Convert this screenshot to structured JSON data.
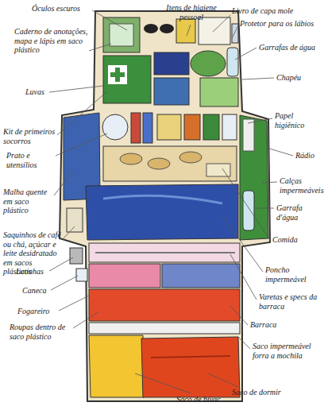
{
  "diagram": {
    "labels": [
      "Óculos escuros",
      "Itens de higiene pessoal",
      "Livro de capa mole",
      "Protetor para os lábios",
      "Caderno de anotações, mapa e lápis em saco plástico",
      "Garrafas de água",
      "Luvas",
      "Chapéu",
      "Kit de primeiros socorros",
      "Papel higiênico",
      "Prato e utensílios",
      "Rádio",
      "Malha quente em saco plástico",
      "Calças impermeáveis",
      "Garrafa d'água",
      "Saquinhos de café ou chá, açúcar e leite desidratado em sacos plásticos",
      "Comida",
      "Latinhas",
      "Poncho impermeável",
      "Caneca",
      "Varetas e specs da barraca",
      "Fogareiro",
      "Barraca",
      "Roupas dentro de saco plástico",
      "Saco impermeável forra a mochila",
      "Saco de bivac",
      "Saco de dormir"
    ]
  }
}
